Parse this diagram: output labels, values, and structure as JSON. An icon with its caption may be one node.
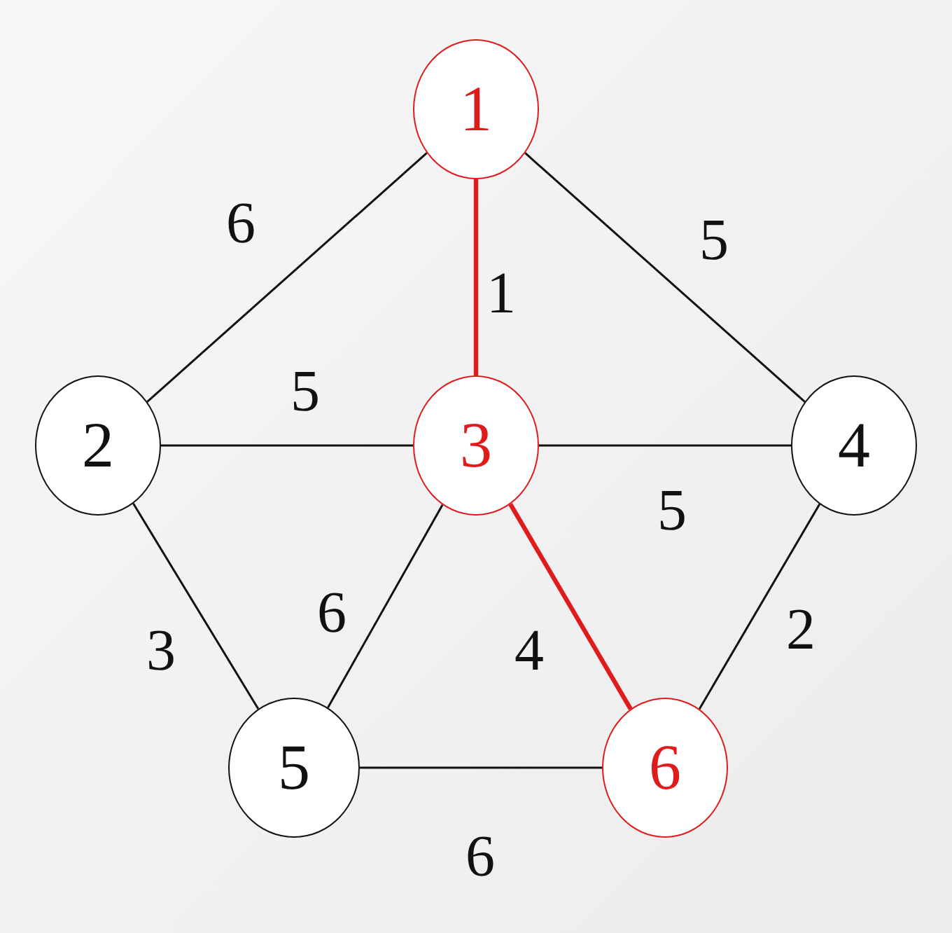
{
  "diagram": {
    "nodes": [
      {
        "text": [
          "1"
        ]
      },
      {
        "text": [
          "2"
        ]
      },
      {
        "text": [
          "3"
        ]
      },
      {
        "text": [
          "4"
        ]
      },
      {
        "text": [
          "5"
        ]
      },
      {
        "text": [
          "6"
        ]
      }
    ],
    "edges": [
      {
        "from": 0,
        "to": 1,
        "arrow": "none",
        "label": "6"
      },
      {
        "from": 0,
        "to": 2,
        "arrow": "none",
        "label": "1",
        "style": "thick",
        "color": "#e01b1b"
      },
      {
        "from": 0,
        "to": 3,
        "arrow": "none",
        "label": "5"
      },
      {
        "from": 1,
        "to": 2,
        "arrow": "none",
        "label": "5"
      },
      {
        "from": 2,
        "to": 3,
        "arrow": "none",
        "label": "5"
      },
      {
        "from": 1,
        "to": 4,
        "arrow": "none",
        "label": "3"
      },
      {
        "from": 2,
        "to": 4,
        "arrow": "none",
        "label": "6"
      },
      {
        "from": 2,
        "to": 5,
        "arrow": "none",
        "label": "4",
        "style": "thick",
        "color": "#e01b1b"
      },
      {
        "from": 3,
        "to": 5,
        "arrow": "none",
        "label": "2"
      },
      {
        "from": 4,
        "to": 5,
        "arrow": "none",
        "label": "6"
      }
    ]
  }
}
